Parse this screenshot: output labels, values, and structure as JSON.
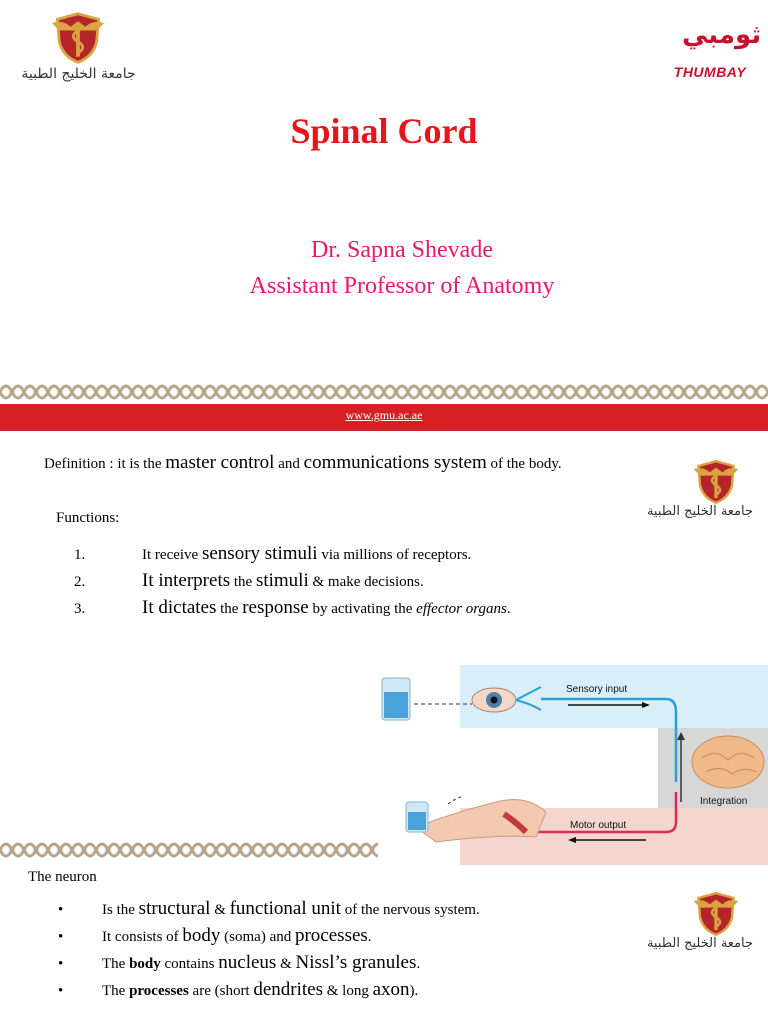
{
  "header": {
    "gmu_logo_arabic": "جامعة الخليج الطبية",
    "thumbay_arabic": "ثومبي",
    "thumbay_name": "THUMBAY"
  },
  "title": "Spinal Cord",
  "presenter": {
    "name": "Dr. Sapna Shevade",
    "role": "Assistant Professor of Anatomy"
  },
  "footer_url": "www.gmu.ac.ae",
  "definition": {
    "prefix": "Definition : it is the ",
    "term1": "master control",
    "mid": " and ",
    "term2": "communications system",
    "suffix": " of the body."
  },
  "functions_label": "Functions:",
  "functions": [
    {
      "num": "1.",
      "parts": [
        "It receive ",
        "sensory stimuli",
        " via millions of receptors."
      ]
    },
    {
      "num": "2.",
      "parts": [
        "It ",
        "interprets",
        " the ",
        "stimuli",
        " & make decisions."
      ]
    },
    {
      "num": "3.",
      "parts": [
        "It ",
        "dictates",
        " the ",
        "response",
        " by activating the ",
        "effector organs",
        "."
      ]
    }
  ],
  "diagram": {
    "sensory_label": "Sensory input",
    "integration_label": "Integration",
    "motor_label": "Motor output"
  },
  "neuron": {
    "title": "The neuron",
    "bullet": "•",
    "items": [
      [
        "Is the ",
        "structural",
        " & ",
        "functional unit",
        " of the nervous system."
      ],
      [
        "It consists of ",
        "body",
        " (soma) and ",
        "processes",
        "."
      ],
      [
        "The ",
        "body",
        " contains ",
        "nucleus",
        " & ",
        "Nissl’s granules",
        "."
      ],
      [
        "The ",
        "processes",
        " are (short ",
        "dendrites",
        " & long ",
        "axon",
        ")."
      ]
    ]
  },
  "colors": {
    "title": "#e8141c",
    "presenter": "#e8196b",
    "bar": "#d71f26",
    "band": "#b8a48a"
  }
}
